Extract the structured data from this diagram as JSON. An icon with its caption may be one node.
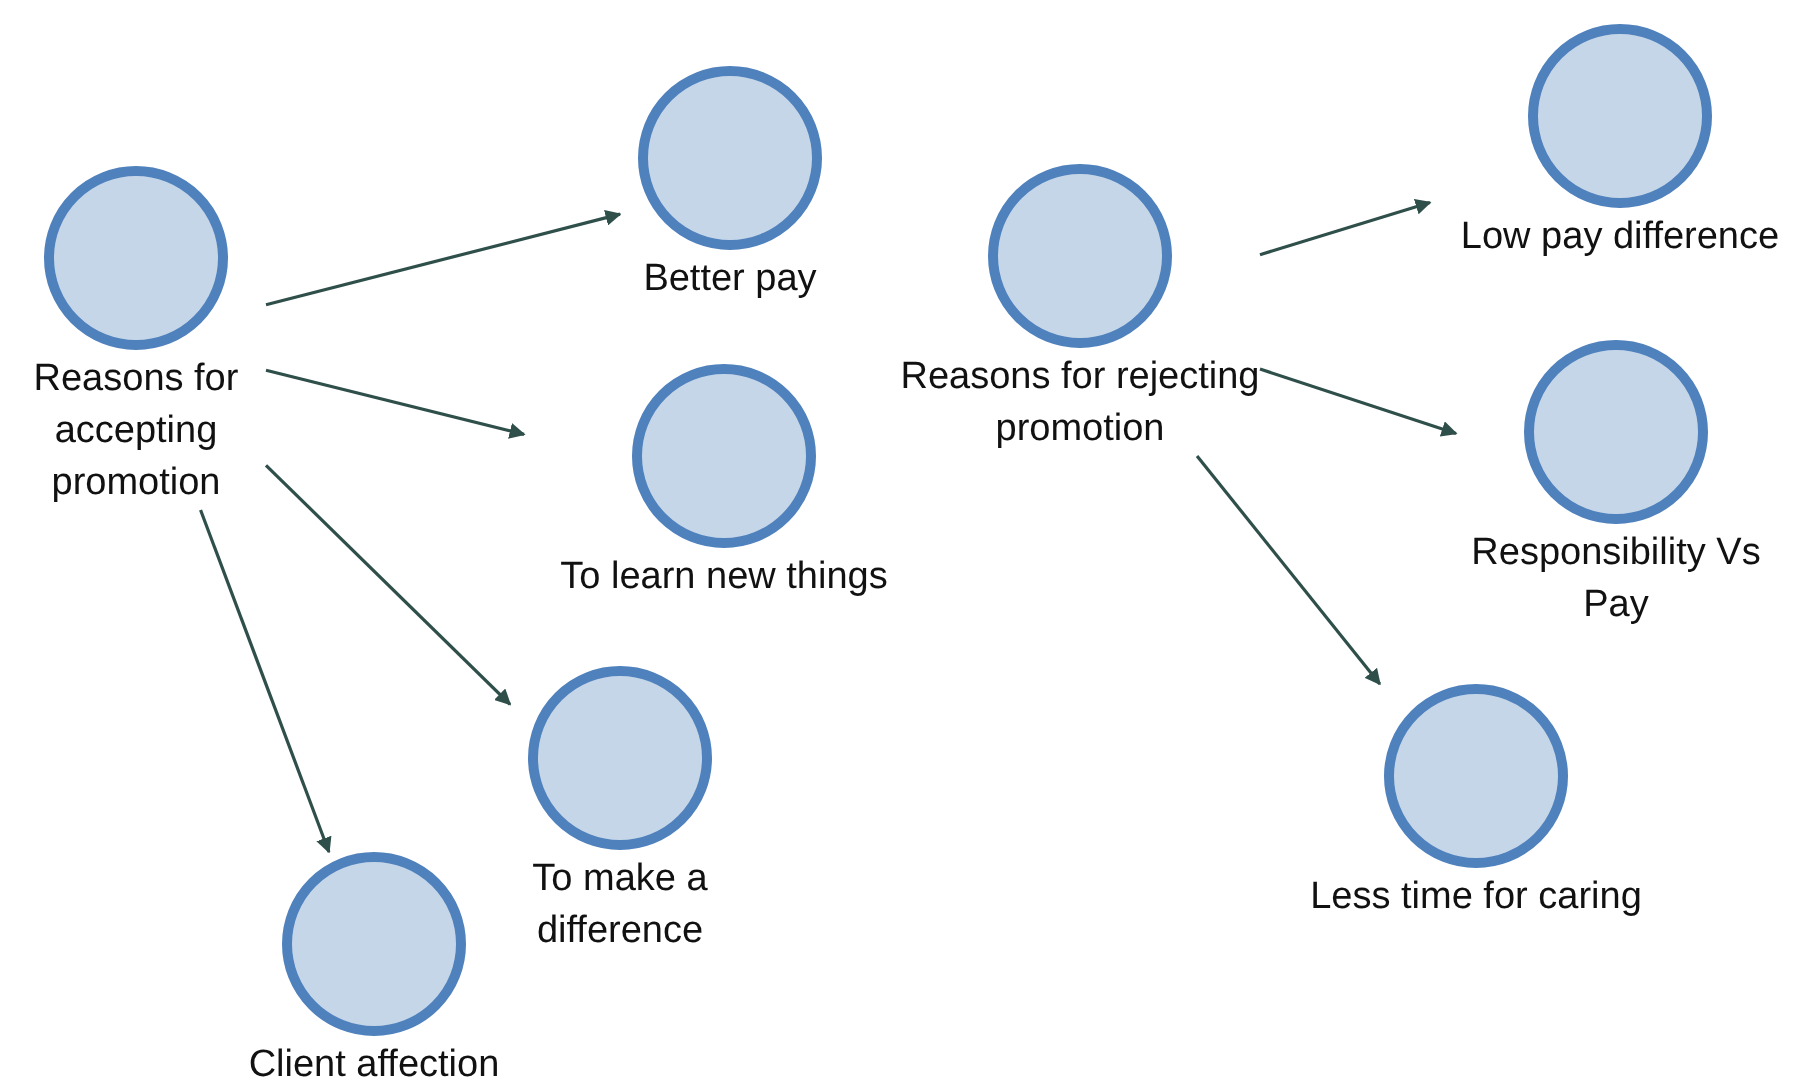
{
  "diagram": {
    "nodes": [
      {
        "text": [
          "Reasons for accepting promotion"
        ]
      },
      {
        "text": [
          "Better pay"
        ]
      },
      {
        "text": [
          "To learn new things"
        ]
      },
      {
        "text": [
          "To make a difference"
        ]
      },
      {
        "text": [
          "Client affection"
        ]
      },
      {
        "text": [
          "Reasons for rejecting promotion"
        ]
      },
      {
        "text": [
          "Low pay difference"
        ]
      },
      {
        "text": [
          "Responsibility Vs Pay"
        ]
      },
      {
        "text": [
          "Less time for caring"
        ]
      }
    ],
    "edges": [
      {
        "from": 0,
        "to": 1,
        "arrow": "to"
      },
      {
        "from": 0,
        "to": 2,
        "arrow": "to"
      },
      {
        "from": 0,
        "to": 3,
        "arrow": "to"
      },
      {
        "from": 0,
        "to": 4,
        "arrow": "to"
      },
      {
        "from": 5,
        "to": 6,
        "arrow": "to"
      },
      {
        "from": 5,
        "to": 7,
        "arrow": "to"
      },
      {
        "from": 5,
        "to": 8,
        "arrow": "to"
      }
    ]
  }
}
